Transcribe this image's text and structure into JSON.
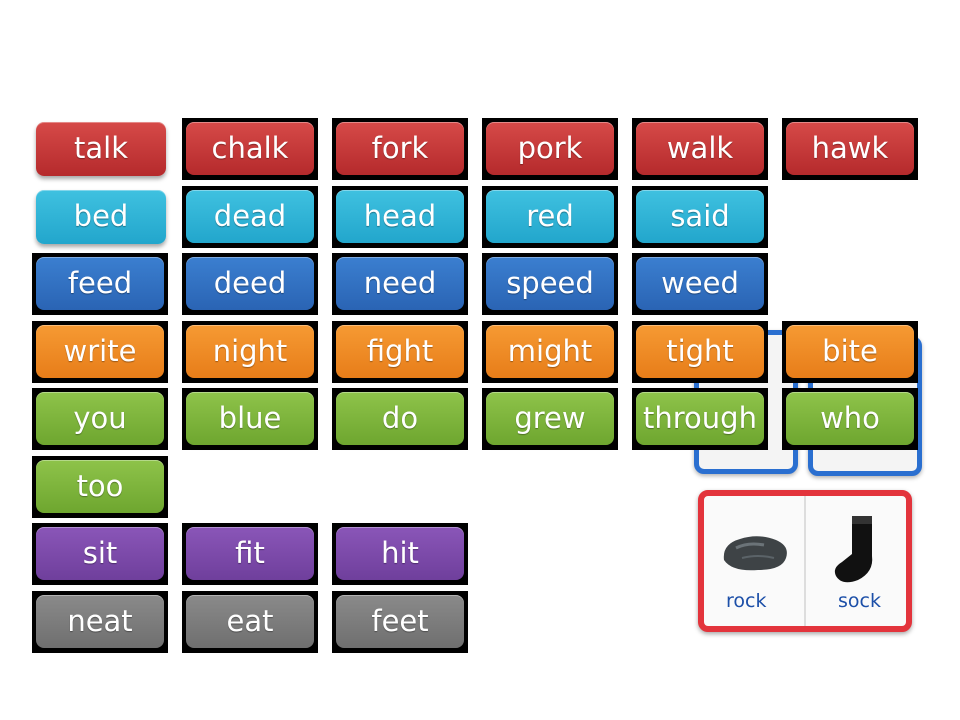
{
  "rows": [
    {
      "color": "red",
      "words": [
        "talk",
        "chalk",
        "fork",
        "pork",
        "walk",
        "hawk"
      ]
    },
    {
      "color": "cyan",
      "words": [
        "bed",
        "dead",
        "head",
        "red",
        "said"
      ]
    },
    {
      "color": "blue",
      "words": [
        "feed",
        "deed",
        "need",
        "speed",
        "weed"
      ]
    },
    {
      "color": "orange",
      "words": [
        "write",
        "night",
        "fight",
        "might",
        "tight",
        "bite"
      ]
    },
    {
      "color": "green",
      "words": [
        "you",
        "blue",
        "do",
        "grew",
        "through",
        "who"
      ]
    },
    {
      "color": "green",
      "words": [
        "too"
      ]
    },
    {
      "color": "purple",
      "words": [
        "sit",
        "fit",
        "hit"
      ]
    },
    {
      "color": "gray",
      "words": [
        "neat",
        "eat",
        "feet"
      ]
    }
  ],
  "puzzle_card": {
    "left_word": "rock",
    "right_word": "sock",
    "left_icon": "rock-icon",
    "right_icon": "sock-icon"
  },
  "colors": {
    "red": "#c83a3a",
    "cyan": "#2fb4d8",
    "blue": "#3170c2",
    "orange": "#ef8b25",
    "green": "#7db43b",
    "purple": "#7c4aaa",
    "gray": "#7c7c7c",
    "card_border_main": "#e3343c",
    "card_border_back": "#2a6fd0"
  }
}
